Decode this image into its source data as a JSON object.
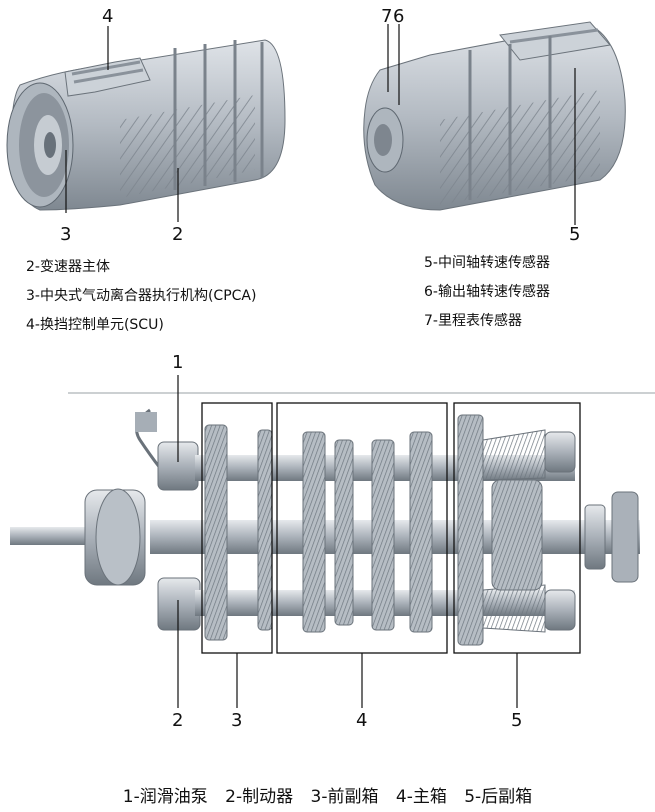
{
  "top_left": {
    "callouts": [
      "4",
      "3",
      "2"
    ],
    "legend": [
      "2-变速器主体",
      "3-中央式气动离合器执行机构(CPCA)",
      "4-换挡控制单元(SCU)"
    ]
  },
  "top_right": {
    "callouts": [
      "7",
      "6",
      "5"
    ],
    "legend": [
      "5-中间轴转速传感器",
      "6-输出轴转速传感器",
      "7-里程表传感器"
    ]
  },
  "bottom": {
    "callouts": [
      "1",
      "2",
      "3",
      "4",
      "5"
    ],
    "caption": [
      "1-润滑油泵",
      "2-制动器",
      "3-前副箱",
      "4-主箱",
      "5-后副箱"
    ]
  },
  "colors": {
    "metal_light": "#c9cfd6",
    "metal_mid": "#9aa3ad",
    "metal_dark": "#5e6770",
    "line": "#111111"
  }
}
